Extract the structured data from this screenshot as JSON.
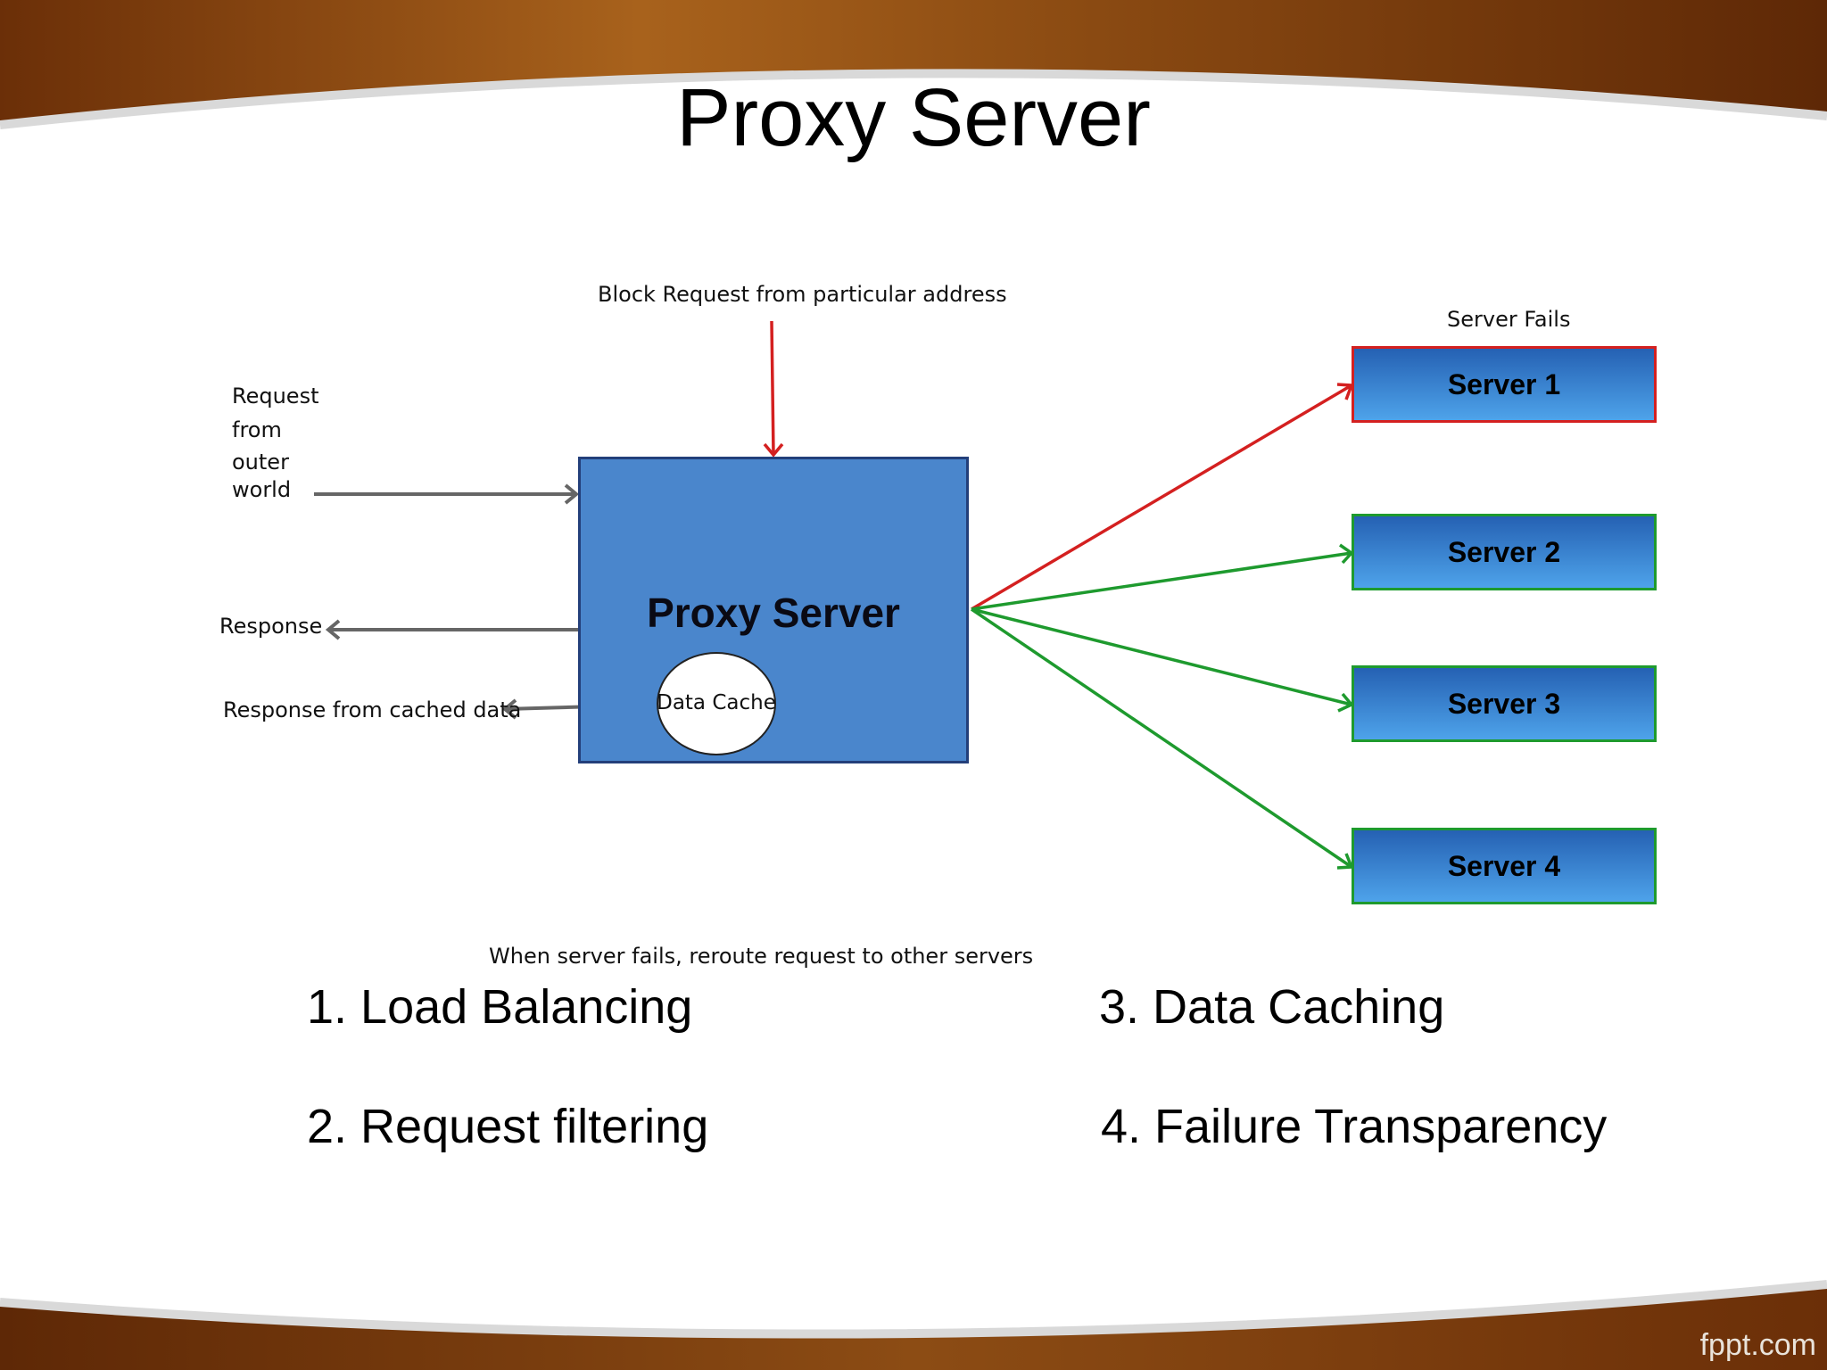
{
  "slide": {
    "title": "Proxy Server",
    "watermark": "fppt.com",
    "colors": {
      "frame_brown": "#7a3d0e",
      "proxy_blue": "#4a86cc",
      "fail_red": "#d42020",
      "ok_green": "#1e9a2e"
    }
  },
  "diagram": {
    "proxy_label": "Proxy Server",
    "cache_label": "Data Cache",
    "block_label": "Block Request from particular address",
    "request_label": [
      "Request",
      "from",
      "outer",
      "world"
    ],
    "response_label": "Response",
    "cached_response_label": "Response from cached data",
    "server_fails_label": "Server Fails",
    "reroute_label": "When server fails, reroute request to other servers",
    "servers": [
      {
        "label": "Server 1",
        "status": "failed"
      },
      {
        "label": "Server 2",
        "status": "ok"
      },
      {
        "label": "Server 3",
        "status": "ok"
      },
      {
        "label": "Server 4",
        "status": "ok"
      }
    ]
  },
  "features": [
    "1.  Load Balancing",
    "2. Request filtering",
    "3. Data Caching",
    "4. Failure Transparency"
  ]
}
